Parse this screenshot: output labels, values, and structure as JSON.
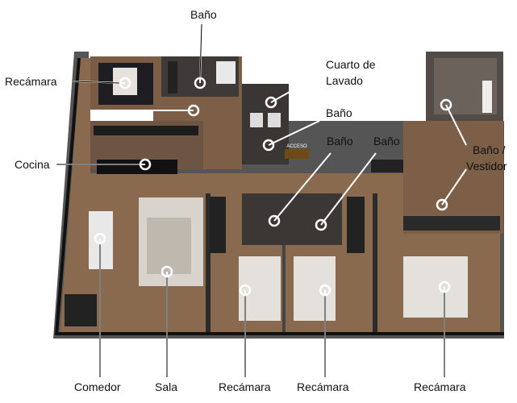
{
  "labels": {
    "bano_top": "Baño",
    "recamara_master": "Recámara",
    "cuarto_lavado_1": "Cuarto de",
    "cuarto_lavado_2": "Lavado",
    "bano_lavado": "Baño",
    "cocina": "Cocina",
    "bano_mid1": "Baño",
    "bano_mid2": "Baño",
    "bano_vestidor_1": "Baño /",
    "bano_vestidor_2": "Vestidor",
    "comedor": "Comedor",
    "sala": "Sala",
    "recamara_1": "Recámara",
    "recamara_2": "Recámara",
    "recamara_3": "Recámara",
    "acceso": "ACCESO"
  },
  "colors": {
    "wood": "#8a6a4e",
    "wall": "#2b2b2b",
    "tile": "#4a4440",
    "marker": "#ffffff"
  }
}
